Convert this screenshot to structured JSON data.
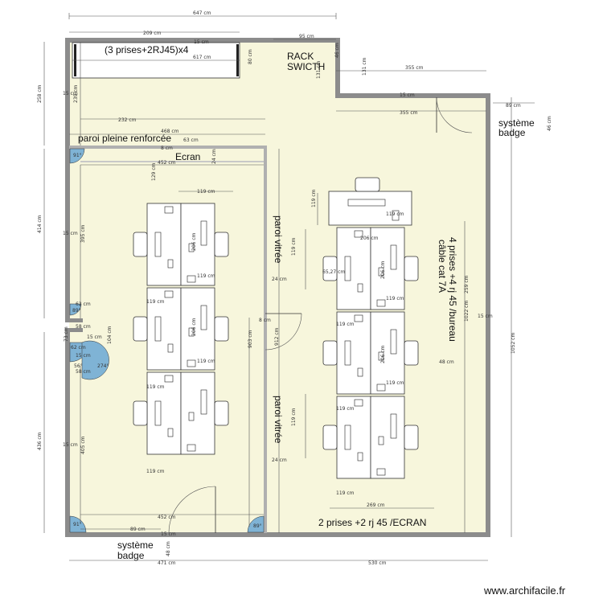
{
  "labels": {
    "rack": "RACK",
    "switch": "SWICTH",
    "prises_rj45": "(3 prises+2RJ45)x4",
    "paroi_pleine": "paroi pleine renforcée",
    "ecran": "Ecran",
    "paroi_vitree_1": "paroi vitrée",
    "paroi_vitree_2": "paroi vitrée",
    "prises_bureau": "4 prises +4 rj 45 /bureau",
    "cable": "câble cat 7A",
    "prises_ecran": "2 prises +2 rj 45 /ECRAN",
    "badge_top_1": "système",
    "badge_top_2": "badge",
    "badge_bottom_1": "système",
    "badge_bottom_2": "badge",
    "watermark": "www.archifacile.fr"
  },
  "dims": {
    "d647": "647 cm",
    "d209": "209 cm",
    "d95": "95 cm",
    "d15a": "15 cm",
    "d617": "617 cm",
    "d80": "80 cm",
    "d46a": "46 cm",
    "d131a": "131 cm",
    "d131b": "131 cm",
    "d355a": "355 cm",
    "d355b": "355 cm",
    "d258": "258 cm",
    "d15b": "15 cm",
    "d239": "239 cm",
    "d232": "232 cm",
    "d468": "468 cm",
    "d8a": "8 cm",
    "d452a": "452 cm",
    "d63": "63 cm",
    "d24a": "24 cm",
    "d15c": "15 cm",
    "d89": "89 cm",
    "d46b": "46 cm",
    "d129": "129 cm",
    "d119a": "119 cm",
    "d119b": "119 cm",
    "d206a": "206 cm",
    "d65": "65,27 cm",
    "d414": "414 cm",
    "d395": "395 cm",
    "d15d": "15 cm",
    "d62a": "62 cm",
    "d58a": "58 cm",
    "d15e": "15 cm",
    "d104": "104 cm",
    "d73": "73 cm",
    "d62b": "62 cm",
    "d15f": "15 cm",
    "d58b": "58 cm",
    "d903": "903 cm",
    "d912": "912 cm",
    "d8b": "8 cm",
    "d24b": "24 cm",
    "d24c": "24 cm",
    "d1022": "1022 cm",
    "d259": "259 cm",
    "d1052": "1052 cm",
    "d48": "48 cm",
    "d15g": "15 cm",
    "d436": "436 cm",
    "d15h": "15 cm",
    "d405": "405 cm",
    "d269": "269 cm",
    "d452b": "452 cm",
    "d89b": "89 cm",
    "d15i": "15 cm",
    "d471": "471 cm",
    "d530": "530 cm",
    "d48b": "48 cm",
    "d119c": "119 cm",
    "d119d": "119 cm",
    "d119e": "119 cm",
    "d119f": "119 cm",
    "d119g": "119 cm",
    "d119h": "119 cm",
    "d119i": "119 cm",
    "d119j": "119 cm",
    "d119k": "119 cm",
    "d119l": "119 cm",
    "d119m": "119 cm",
    "d119n": "119 cm",
    "d119o": "119 cm",
    "d206b": "206 cm",
    "d206c": "206 cm",
    "d206d": "206 cm",
    "d206e": "206 cm"
  },
  "angles": {
    "a91a": "91°",
    "a89a": "89°",
    "a56": "56°",
    "a274": "274°",
    "a91b": "91°",
    "a89b": "89°"
  },
  "colors": {
    "floor": "#f7f6dc",
    "wall": "#8c8c8c",
    "inner_wall": "#b0b0b0",
    "door_arc": "#7fb3d5"
  }
}
